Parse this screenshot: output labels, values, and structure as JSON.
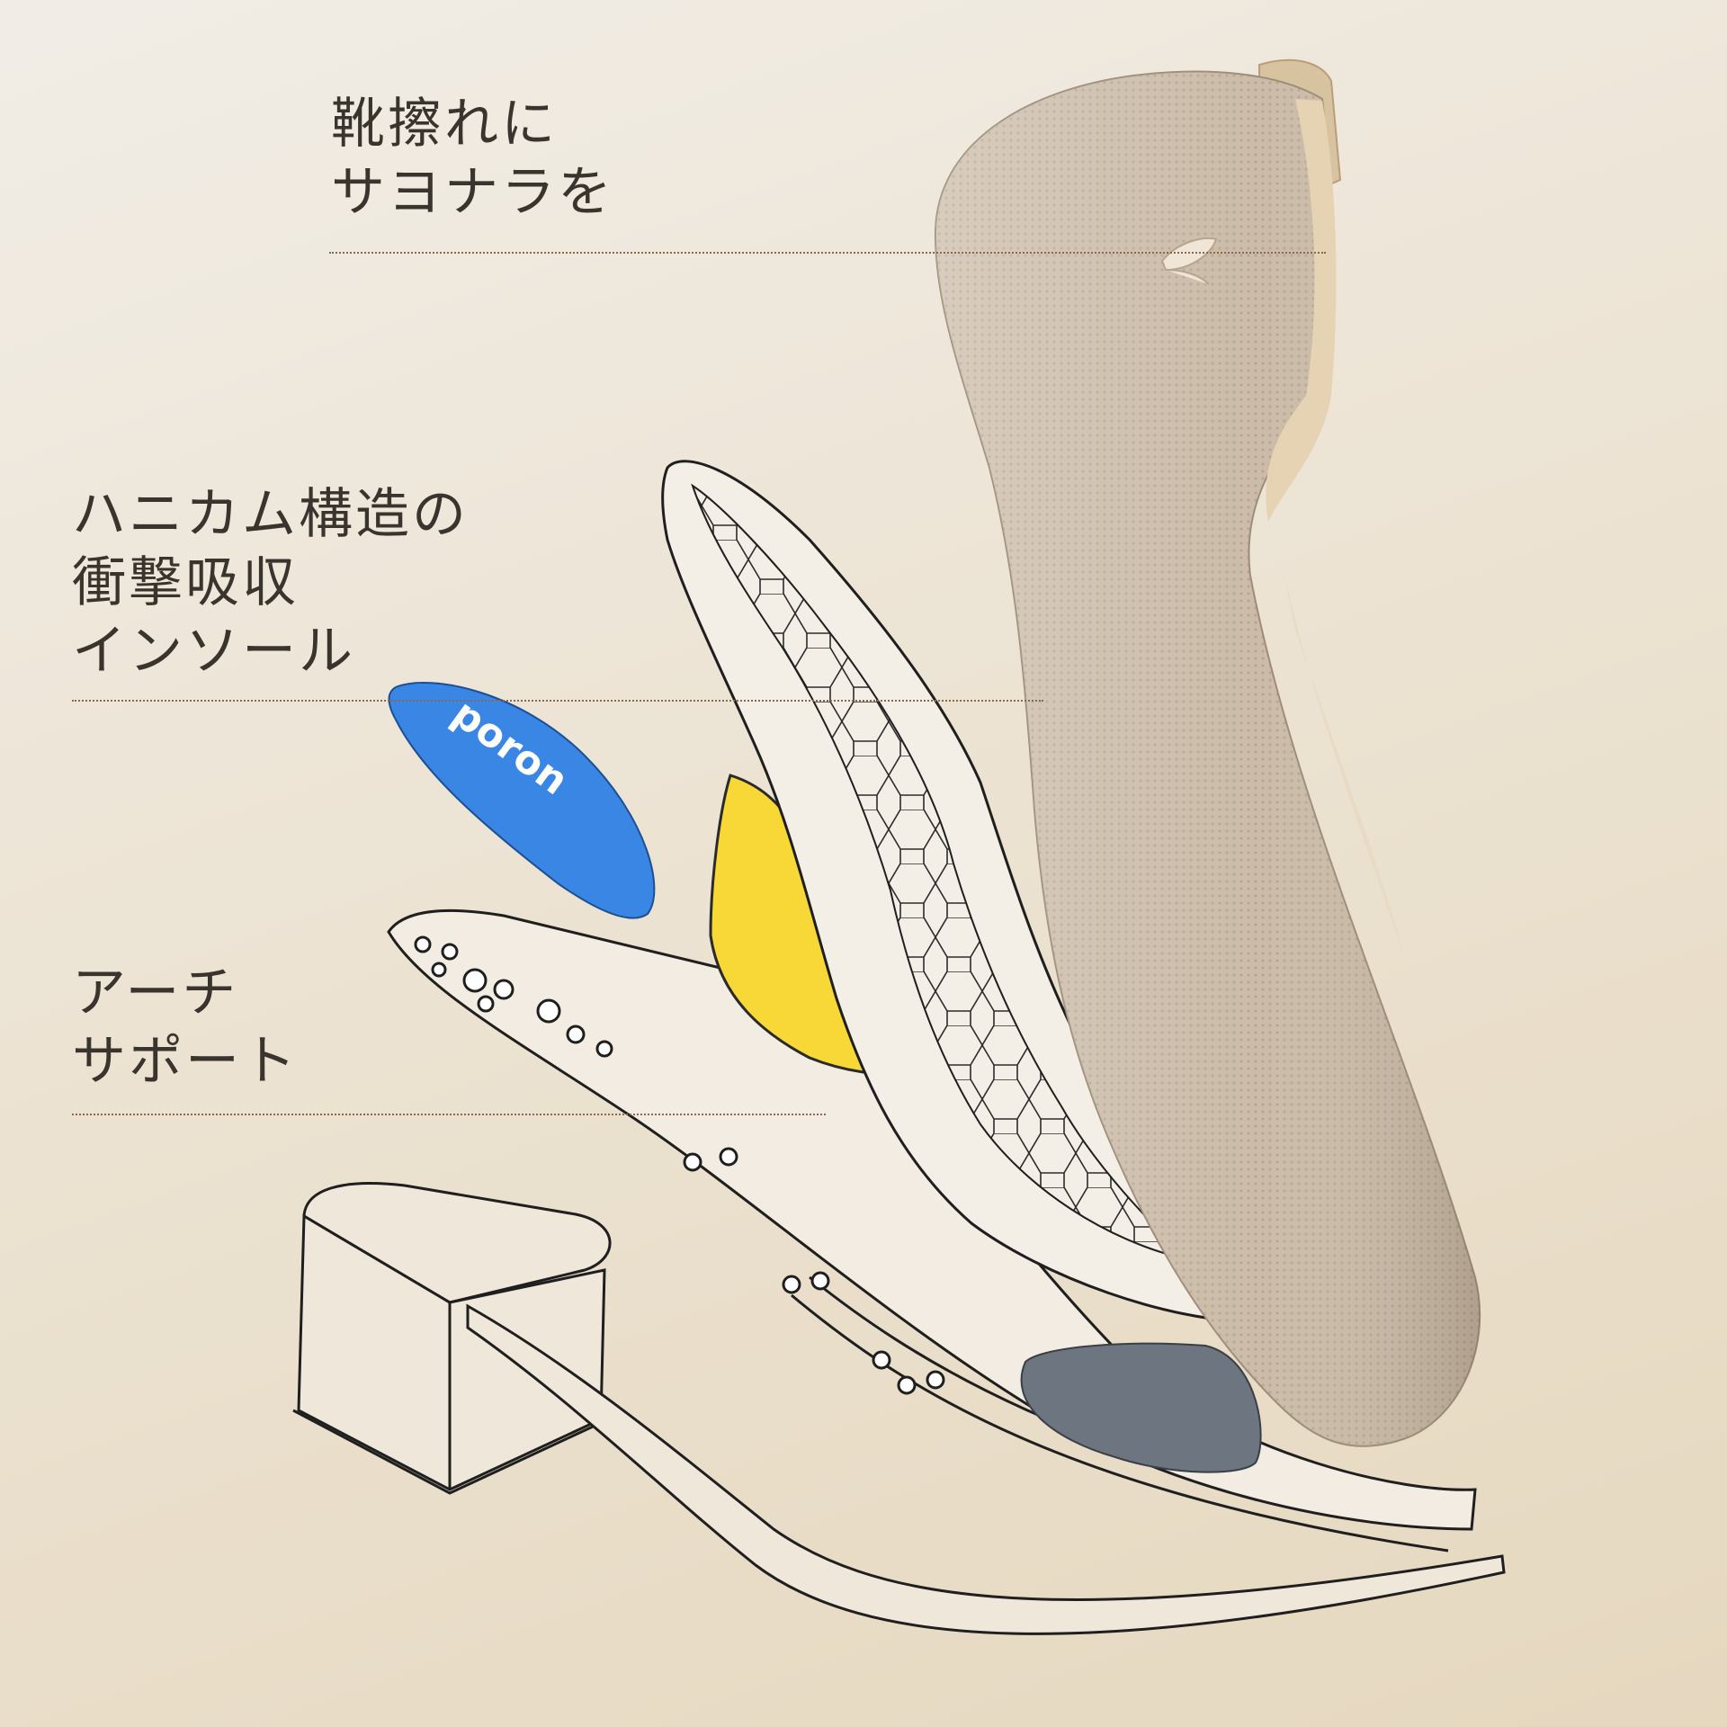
{
  "captions": {
    "chafing": "靴擦れに\nサヨナラを",
    "insole": "ハニカム構造の\n衝撃吸収\nインソール",
    "arch": "アーチ\nサポート"
  },
  "brand_badge": "poron",
  "colors": {
    "background": "#ece3d3",
    "text": "#3a342e",
    "leader_line": "#8a6a4e",
    "knit_upper": "#cbbba8",
    "poron_blue": "#3a86e4",
    "arch_yellow": "#f8d836",
    "toe_pad_gray": "#6d7580"
  }
}
